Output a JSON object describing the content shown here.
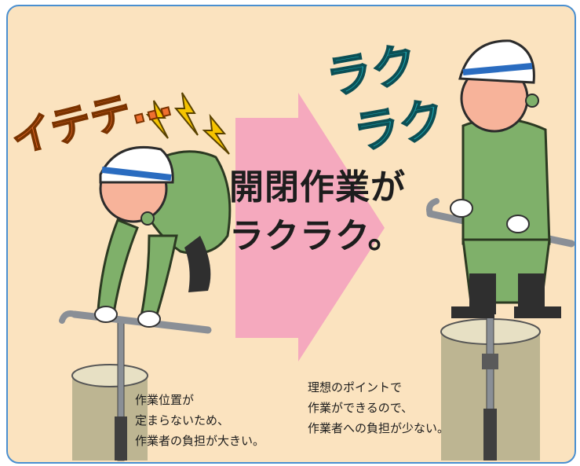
{
  "pain_shout": "イテテ…",
  "easy_shout": "ラクラク",
  "headline": {
    "line1": "開閉作業が",
    "line2": "ラクラク。"
  },
  "caption_before": [
    "作業位置が",
    "定まらないため、",
    "作業者の負担が大きい。"
  ],
  "caption_after": [
    "理想のポイントで",
    "作業ができるので、",
    "作業者への負担が少ない。"
  ],
  "colors": {
    "background": "#fbe3bf",
    "border": "#4a8fd0",
    "arrow": "#f5a9be",
    "pain_text": "#f07030",
    "easy_text": "#1fa6b0",
    "lightning": "#f5c400",
    "uniform": "#7fb06a",
    "helmet_stripe": "#2a6cc0"
  }
}
